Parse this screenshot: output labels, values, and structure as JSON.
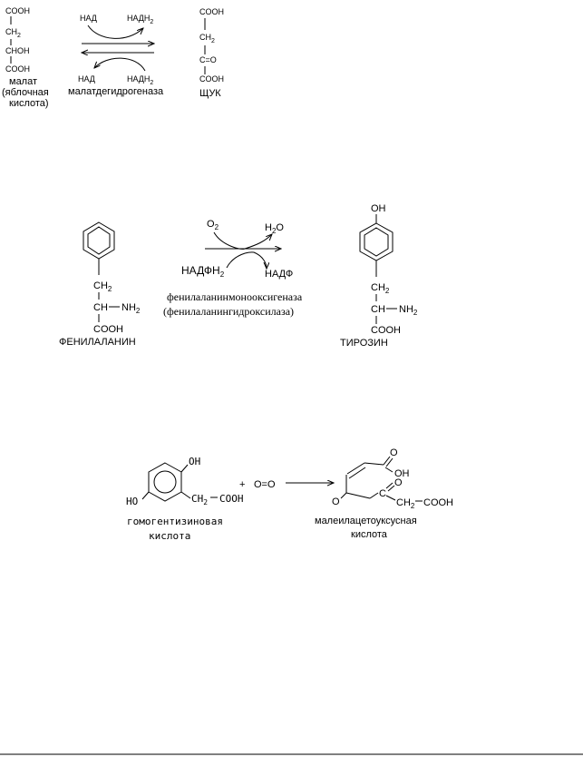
{
  "reaction1": {
    "malate": {
      "l1": "COOH",
      "l2": "CH",
      "l2sub": "2",
      "l3": "CHOH",
      "l4": "COOH",
      "name1": "малат",
      "name2": "(яблочная",
      "name3": "кислота)"
    },
    "cof_nad_top": "НАД",
    "cof_nadh_top": "НАДН",
    "cof_nadh_top_sub": "2",
    "cof_nad_bottom": "НАД",
    "cof_nadh_bottom": "НАДН",
    "cof_nadh_bottom_sub": "2",
    "enzyme": "малатдегидрогеназа",
    "oaa": {
      "l1": "COOH",
      "l2": "CH",
      "l2sub": "2",
      "l3": "C=O",
      "l4": "COOH",
      "name": "ЩУК"
    }
  },
  "reaction2": {
    "phe": {
      "ch2": "CH",
      "ch2sub": "2",
      "chnh2": "CH",
      "nh2": "NH",
      "nh2sub": "2",
      "cooh": "COOH",
      "name": "ФЕНИЛАЛАНИН"
    },
    "o2": "O",
    "o2sub": "2",
    "h2o_h": "H",
    "h2o_sub": "2",
    "h2o_o": "O",
    "nadph": "НАДФН",
    "nadph_sub": "2",
    "nadp": "НАДФ",
    "enzyme1": "фенилаланинмонооксигеназа",
    "enzyme2": "(фенилаланингидроксилаза)",
    "tyr": {
      "oh": "OH",
      "ch2": "CH",
      "ch2sub": "2",
      "chnh2": "CH",
      "nh2": "NH",
      "nh2sub": "2",
      "cooh": "COOH",
      "name": "ТИРОЗИН"
    }
  },
  "reaction3": {
    "hga": {
      "oh_top": "OH",
      "oh_left": "HO",
      "side": "CH",
      "side_sub": "2",
      "side_cooh": "COOH",
      "name1": "гомогентизиновая",
      "name2": "кислота"
    },
    "plus": "+",
    "oxygen": "O=O",
    "maa": {
      "o_top": "O",
      "oh": "OH",
      "c": "C",
      "o_ketone": "O",
      "o_left": "O",
      "side": "CH",
      "side_sub": "2",
      "side_cooh": "COOH",
      "name1": "малеилацетоуксусная",
      "name2": "кислота"
    }
  }
}
